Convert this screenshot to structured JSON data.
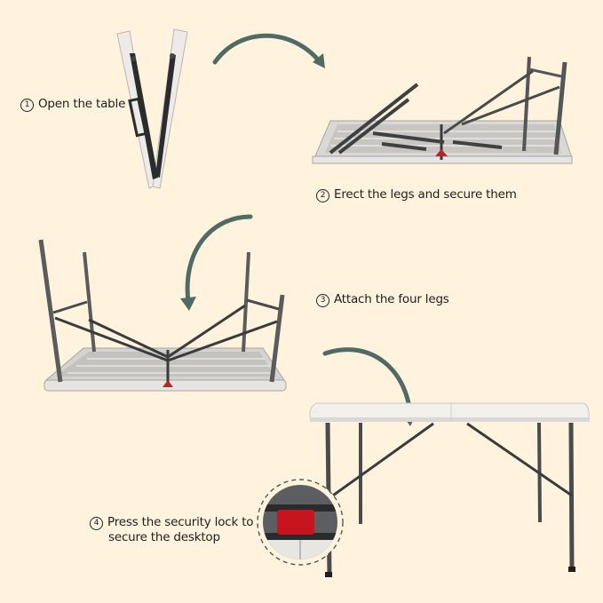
{
  "colors": {
    "background": "#fff3dd",
    "arrow": "#4f6b63",
    "table_top": "#eceae6",
    "frame": "#3a3b3c",
    "lock_red": "#c8141c"
  },
  "steps": [
    {
      "number": "1",
      "text": "Open the table"
    },
    {
      "number": "2",
      "text": "Erect the legs and secure them"
    },
    {
      "number": "3",
      "text": "Attach the four legs"
    },
    {
      "number": "4",
      "text_line1": "Press the security lock to",
      "text_line2": "secure the desktop"
    }
  ],
  "illustrations": [
    {
      "name": "folded-table",
      "description": "folded table in V shape"
    },
    {
      "name": "table-upside-down-legs-partial",
      "description": "upside-down table with two legs raised"
    },
    {
      "name": "table-upside-down-legs-all",
      "description": "upside-down table with four legs raised"
    },
    {
      "name": "table-upright",
      "description": "assembled folding table standing upright"
    },
    {
      "name": "security-lock-closeup",
      "description": "dashed circle close-up of red security lock"
    }
  ]
}
